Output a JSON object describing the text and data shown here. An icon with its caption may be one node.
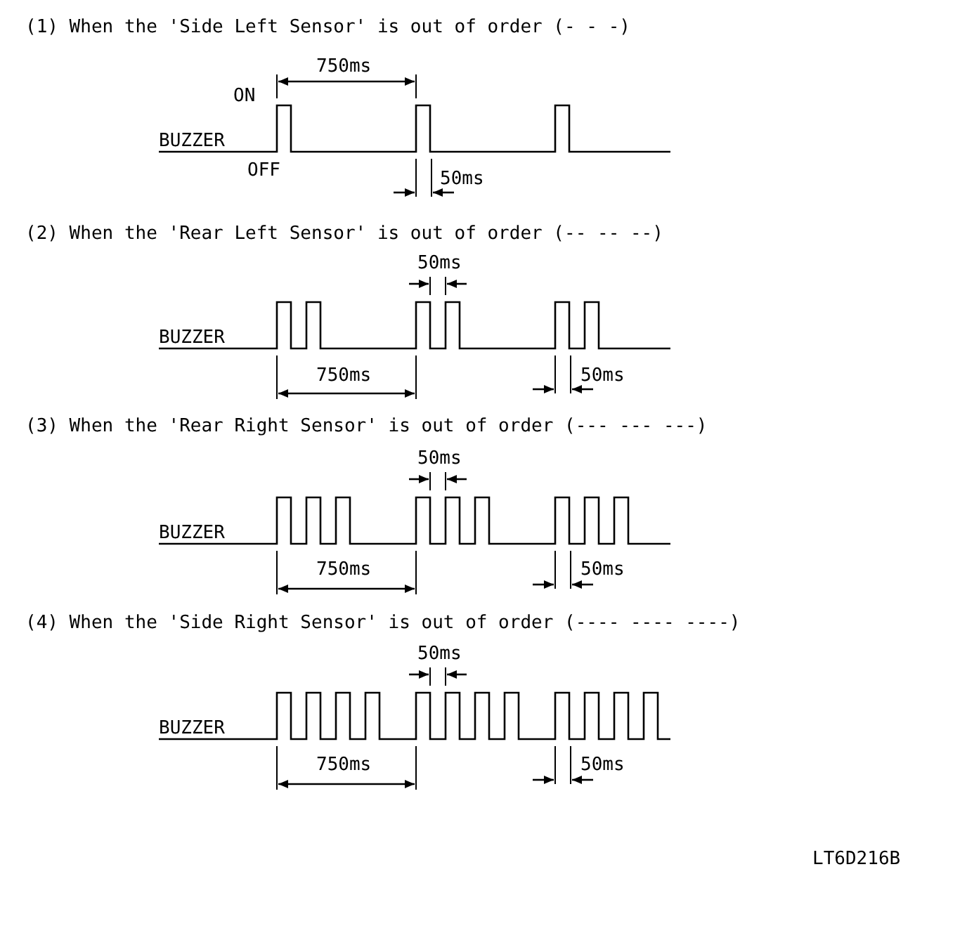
{
  "diagram": {
    "labels": [
      "(1) When the 'Side Left Sensor' is out of order (- - -)",
      "750ms",
      "ON",
      "BUZZER",
      "OFF",
      "50ms",
      "(2) When the 'Rear Left Sensor' is out of order (-- -- --)",
      "50ms",
      "BUZZER",
      "750ms",
      "50ms",
      "(3) When the 'Rear Right Sensor' is out of order (--- --- ---)",
      "50ms",
      "BUZZER",
      "750ms",
      "50ms",
      "(4) When the 'Side Right Sensor' is out of order (---- ---- ----)",
      "50ms",
      "BUZZER",
      "750ms",
      "50ms",
      "LT6D216B"
    ]
  }
}
